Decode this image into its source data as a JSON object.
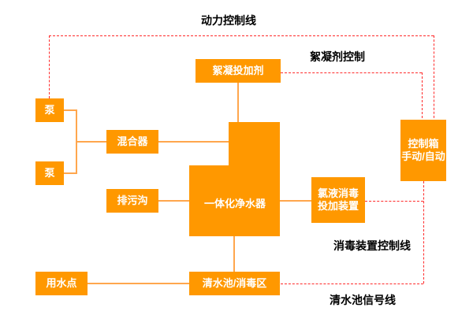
{
  "colors": {
    "node_fill": "#FF9800",
    "node_text": "#FFFFFF",
    "connector": "#FFA64D",
    "control_line": "#FF2A2A",
    "label_text": "#000000"
  },
  "labels": {
    "power_control_line": "动力控制线",
    "flocculant_control": "絮凝剂控制",
    "disinfection_device_control_line": "消毒装置控制线",
    "clear_water_tank_signal_line": "清水池信号线"
  },
  "nodes": {
    "flocculant_doser": {
      "label": "絮凝投加剂"
    },
    "pump_top": {
      "label": "泵"
    },
    "pump_bottom": {
      "label": "泵"
    },
    "mixer": {
      "label": "混合器"
    },
    "drain_ditch": {
      "label": "排污沟"
    },
    "purifier": {
      "label": "一体化净水器"
    },
    "chlorine_doser": {
      "line1": "氯液消毒",
      "line2": "投加装置"
    },
    "control_box": {
      "line1": "控制箱",
      "line2": "手动/自动"
    },
    "water_use_point": {
      "label": "用水点"
    },
    "clear_water_tank": {
      "label": "清水池/消毒区"
    }
  }
}
